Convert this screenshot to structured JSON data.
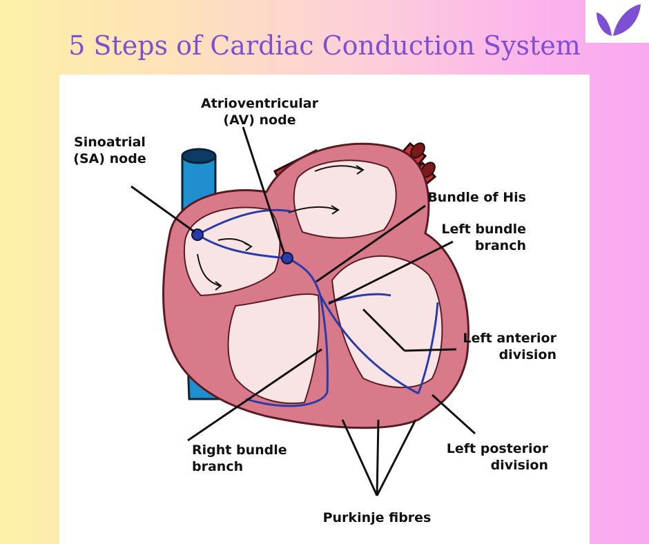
{
  "title": "5 Steps of Cardiac Conduction System",
  "brand_colors": {
    "title": "#7d4fd2",
    "logo": "#7d4fd2",
    "vessel": "#1f8fd0",
    "heart_wall": "#d97a8a",
    "artery": "#c8323a",
    "conduction": "#2a3aa8"
  },
  "labels": {
    "av_node": "Atrioventricular\n(AV) node",
    "sa_node": "Sinoatrial\n(SA) node",
    "bundle_his": "Bundle of His",
    "left_bundle": "Left bundle\nbranch",
    "left_anterior": "Left anterior\ndivision",
    "right_bundle": "Right bundle\nbranch",
    "left_posterior": "Left posterior\ndivision",
    "purkinje": "Purkinje fibres"
  }
}
